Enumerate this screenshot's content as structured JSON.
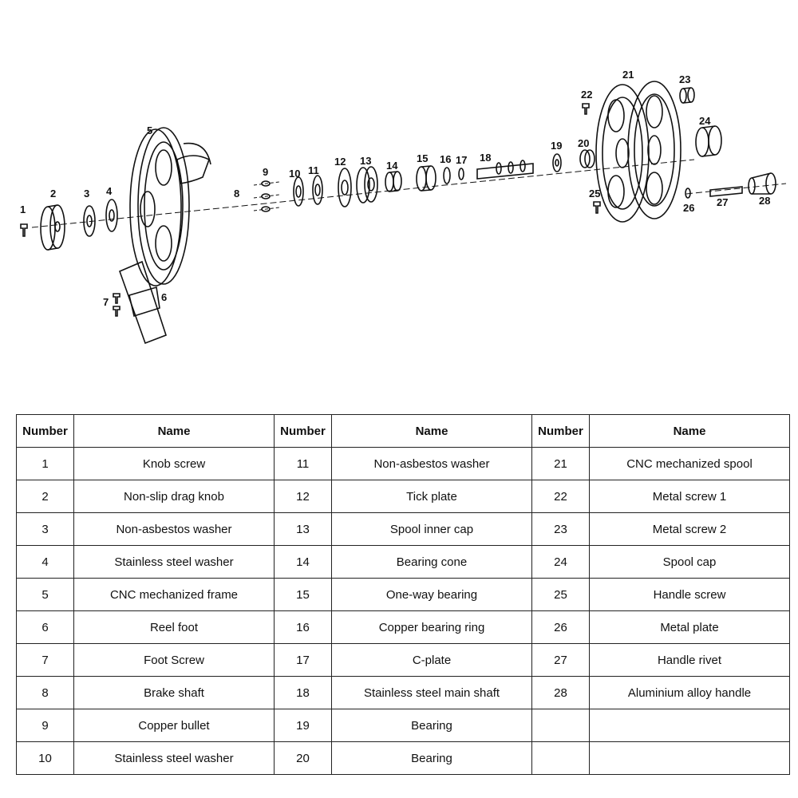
{
  "diagram": {
    "callouts": [
      "1",
      "2",
      "3",
      "4",
      "5",
      "6",
      "7",
      "8",
      "9",
      "10",
      "11",
      "12",
      "13",
      "14",
      "15",
      "16",
      "17",
      "18",
      "19",
      "20",
      "21",
      "22",
      "23",
      "24",
      "25",
      "26",
      "27",
      "28"
    ]
  },
  "table": {
    "headers": [
      "Number",
      "Name",
      "Number",
      "Name",
      "Number",
      "Name"
    ],
    "rows": [
      [
        "1",
        "Knob screw",
        "11",
        "Non-asbestos washer",
        "21",
        "CNC mechanized  spool"
      ],
      [
        "2",
        "Non-slip drag knob",
        "12",
        "Tick plate",
        "22",
        "Metal screw 1"
      ],
      [
        "3",
        "Non-asbestos washer",
        "13",
        "Spool inner cap",
        "23",
        "Metal screw 2"
      ],
      [
        "4",
        "Stainless steel washer",
        "14",
        "Bearing cone",
        "24",
        "Spool cap"
      ],
      [
        "5",
        "CNC mechanized frame",
        "15",
        "One-way bearing",
        "25",
        "Handle screw"
      ],
      [
        "6",
        "Reel foot",
        "16",
        "Copper bearing ring",
        "26",
        "Metal plate"
      ],
      [
        "7",
        "Foot Screw",
        "17",
        "C-plate",
        "27",
        "Handle rivet"
      ],
      [
        "8",
        "Brake shaft",
        "18",
        "Stainless steel main shaft",
        "28",
        "Aluminium alloy handle"
      ],
      [
        "9",
        "Copper bullet",
        "19",
        "Bearing",
        "",
        ""
      ],
      [
        "10",
        "Stainless steel washer",
        "20",
        "Bearing",
        "",
        ""
      ]
    ]
  }
}
